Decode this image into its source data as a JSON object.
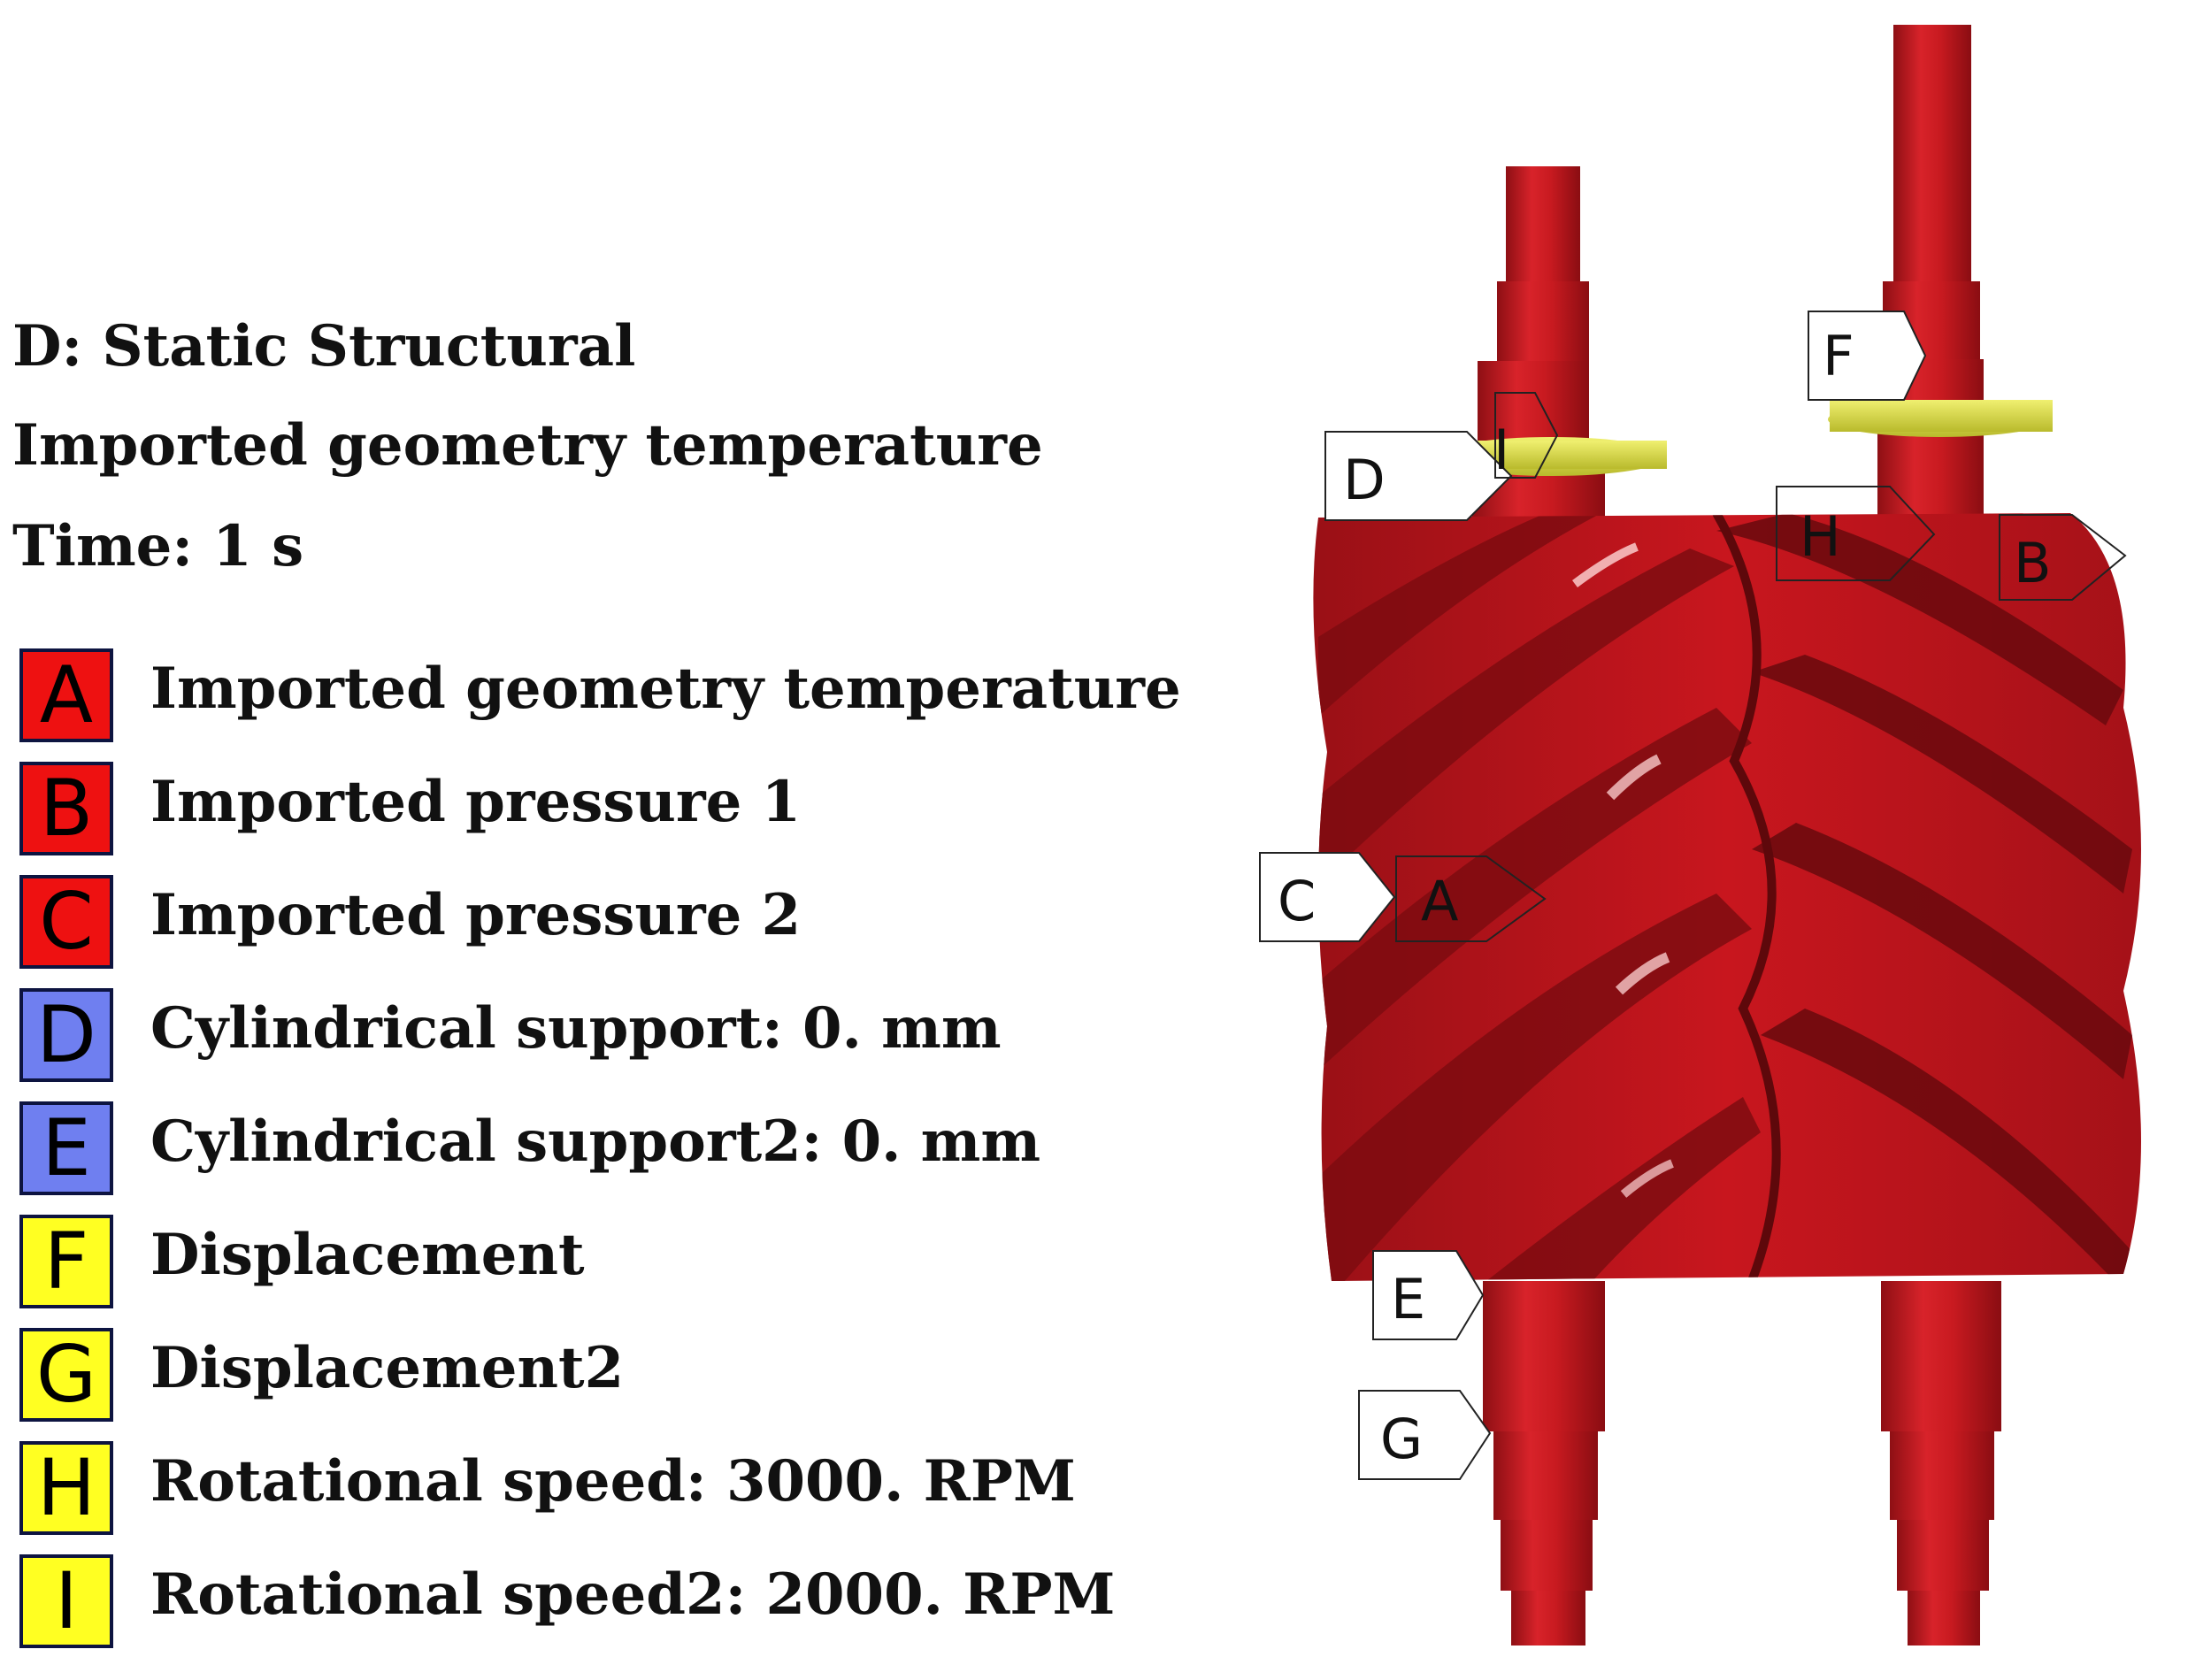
{
  "header": {
    "analysis": "D: Static Structural",
    "result": "Imported geometry temperature",
    "time": "Time: 1 s"
  },
  "legend": [
    {
      "letter": "A",
      "label": "Imported geometry temperature",
      "color": "#ee1111"
    },
    {
      "letter": "B",
      "label": "Imported pressure 1",
      "color": "#ee1111"
    },
    {
      "letter": "C",
      "label": "Imported pressure 2",
      "color": "#ee1111"
    },
    {
      "letter": "D",
      "label": "Cylindrical support: 0. mm",
      "color": "#6f7ff0"
    },
    {
      "letter": "E",
      "label": "Cylindrical support2: 0. mm",
      "color": "#6f7ff0"
    },
    {
      "letter": "F",
      "label": "Displacement",
      "color": "#ffff22"
    },
    {
      "letter": "G",
      "label": "Displacement2",
      "color": "#ffff22"
    },
    {
      "letter": "H",
      "label": "Rotational speed: 3000. RPM",
      "color": "#ffff22"
    },
    {
      "letter": "I",
      "label": "Rotational speed2: 2000. RPM",
      "color": "#ffff22"
    }
  ],
  "model": {
    "rotor_color": "#c8161e",
    "rotor_dark": "#7e0c10",
    "bearing_color": "#dfe04a",
    "tags": {
      "A": "A",
      "B": "B",
      "C": "C",
      "D": "D",
      "E": "E",
      "F": "F",
      "G": "G",
      "H": "H",
      "I": "I"
    }
  }
}
